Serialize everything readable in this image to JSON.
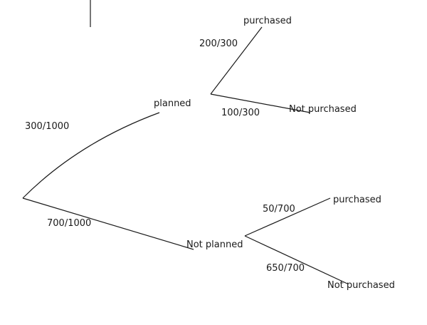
{
  "tree": {
    "root_branches": [
      {
        "label": "planned",
        "probability": "300/1000"
      },
      {
        "label": "Not planned",
        "probability": "700/1000"
      }
    ],
    "planned_branches": [
      {
        "label": "purchased",
        "probability": "200/300"
      },
      {
        "label": "Not purchased",
        "probability": "100/300"
      }
    ],
    "not_planned_branches": [
      {
        "label": "purchased",
        "probability": "50/700"
      },
      {
        "label": "Not purchased",
        "probability": "650/700"
      }
    ]
  },
  "colors": {
    "line": "#1a1a1a",
    "background": "#ffffff"
  }
}
